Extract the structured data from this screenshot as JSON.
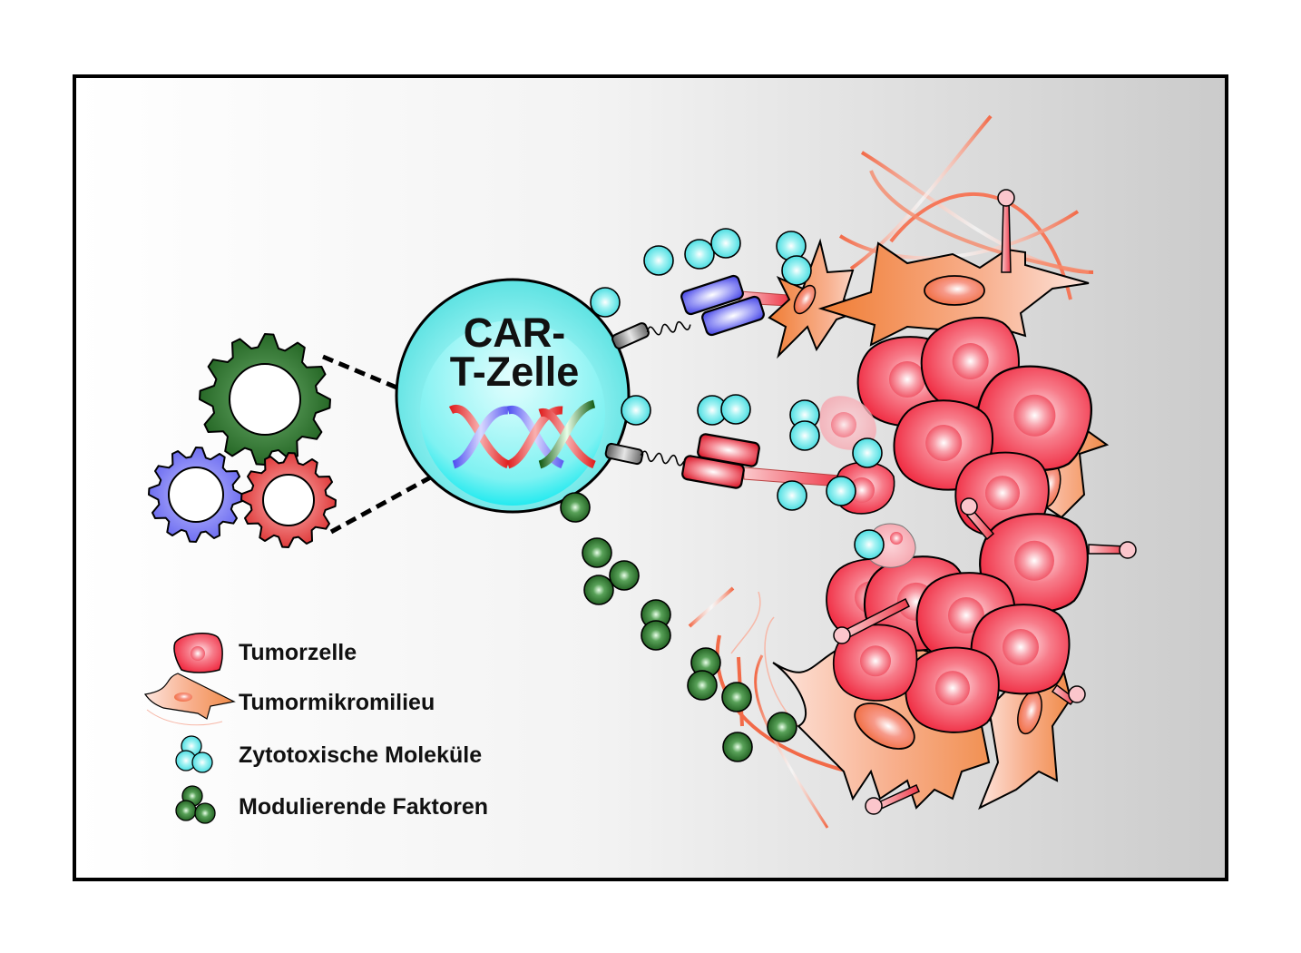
{
  "diagram": {
    "cell_title_line1": "CAR-",
    "cell_title_line2": "T-Zelle",
    "legend": [
      {
        "icon": "tumor-cell-icon",
        "label": "Tumorzelle"
      },
      {
        "icon": "microenvironment-cell-icon",
        "label": "Tumormikromilieu"
      },
      {
        "icon": "cytotoxic-molecules-icon",
        "label": "Zytotoxische Moleküle"
      },
      {
        "icon": "modulating-factors-icon",
        "label": "Modulierende Faktoren"
      }
    ],
    "colors": {
      "cart_cell": "#5ee8e8",
      "cytotoxic": "#5fe3e6",
      "modulating": "#1f6b22",
      "tumor": "#f0263c",
      "microenvironment": "#f07f3c",
      "fiber": "#f26a48",
      "gear_green": "#1e6a1e",
      "gear_blue": "#6f6ff2",
      "gear_red": "#e03030",
      "receptor_blue": "#6a6ae8",
      "receptor_red": "#e03a48",
      "frame": "#000000",
      "bg_left": "#ffffff",
      "bg_right": "#cdcdcd"
    }
  }
}
